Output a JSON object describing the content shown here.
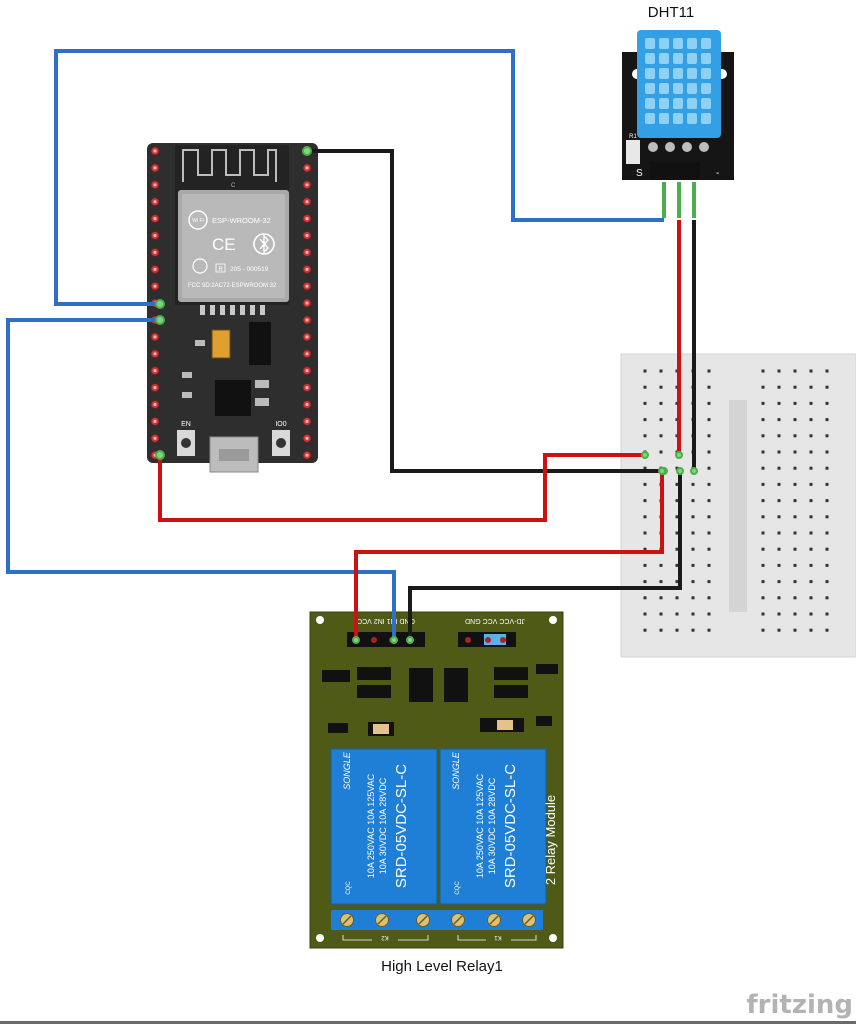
{
  "labels": {
    "sensor": "DHT11",
    "relay_caption": "High Level Relay1",
    "watermark": "fritzing"
  },
  "esp32": {
    "module_name": "ESP-WROOM-32",
    "wifi_logo": "Wi Fi",
    "ce_mark": "CE",
    "code": "205 - 000519",
    "fcc": "FCC 9D:2AC72-ESPWROOM 32",
    "r_mark": "R",
    "ant_mark": "C",
    "btn_en": "EN",
    "btn_io0": "IO0"
  },
  "dht11": {
    "pin_s": "S",
    "pin_minus": "-",
    "r1": "R1"
  },
  "relay": {
    "title": "2 Relay Module",
    "header_left": "GND IN1 IN2 VCC",
    "header_right": "JD-VCC VCC GND",
    "k1": "K1",
    "k2": "K2",
    "relay_brand": "SONGLE",
    "relay_model": "SRD-05VDC-SL-C",
    "rating_1": "10A 250VAC 10A 125VAC",
    "rating_2": "10A 30VDC 10A 28VDC",
    "cqc": "CQC"
  },
  "colors": {
    "wire_blue": "#2f6fc6",
    "wire_red": "#cc1111",
    "wire_black": "#1a1a1a",
    "wire_green": "#4cae4c",
    "board_dark": "#2e2e2e",
    "relay_pcb": "#4f5a17",
    "relay_blue": "#1f7fd6",
    "sensor_blue": "#33a0e6",
    "breadboard": "#e6e6e6"
  }
}
